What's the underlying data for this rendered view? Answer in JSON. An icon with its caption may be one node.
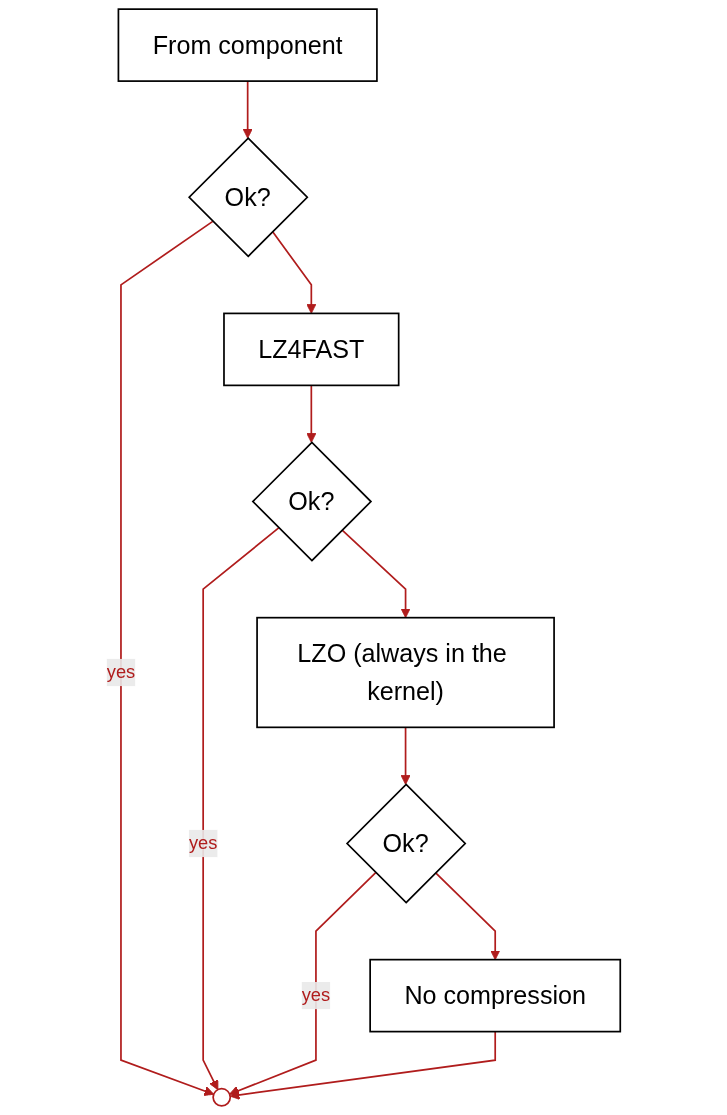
{
  "diagram": {
    "nodes": [
      {
        "text": [
          "From component"
        ]
      },
      {
        "text": [
          "Ok?"
        ]
      },
      {
        "text": [
          "LZ4FAST"
        ]
      },
      {
        "text": [
          "Ok?"
        ]
      },
      {
        "text": [
          "LZO (always in the kernel)"
        ]
      },
      {
        "text": [
          "Ok?"
        ]
      },
      {
        "text": [
          "No compression"
        ]
      },
      {
        "text": [],
        "shape": "circle"
      }
    ],
    "edges": [
      {
        "from": 0,
        "to": 1,
        "arrow": "to"
      },
      {
        "from": 1,
        "to": 2,
        "arrow": "to"
      },
      {
        "from": 1,
        "to": 7,
        "label": "yes",
        "arrow": "to"
      },
      {
        "from": 2,
        "to": 3,
        "arrow": "to"
      },
      {
        "from": 3,
        "to": 4,
        "arrow": "to"
      },
      {
        "from": 3,
        "to": 7,
        "label": "yes",
        "arrow": "to"
      },
      {
        "from": 4,
        "to": 5,
        "arrow": "to"
      },
      {
        "from": 5,
        "to": 6,
        "arrow": "to"
      },
      {
        "from": 5,
        "to": 7,
        "label": "yes",
        "arrow": "to"
      },
      {
        "from": 6,
        "to": 7,
        "arrow": "to"
      }
    ]
  }
}
